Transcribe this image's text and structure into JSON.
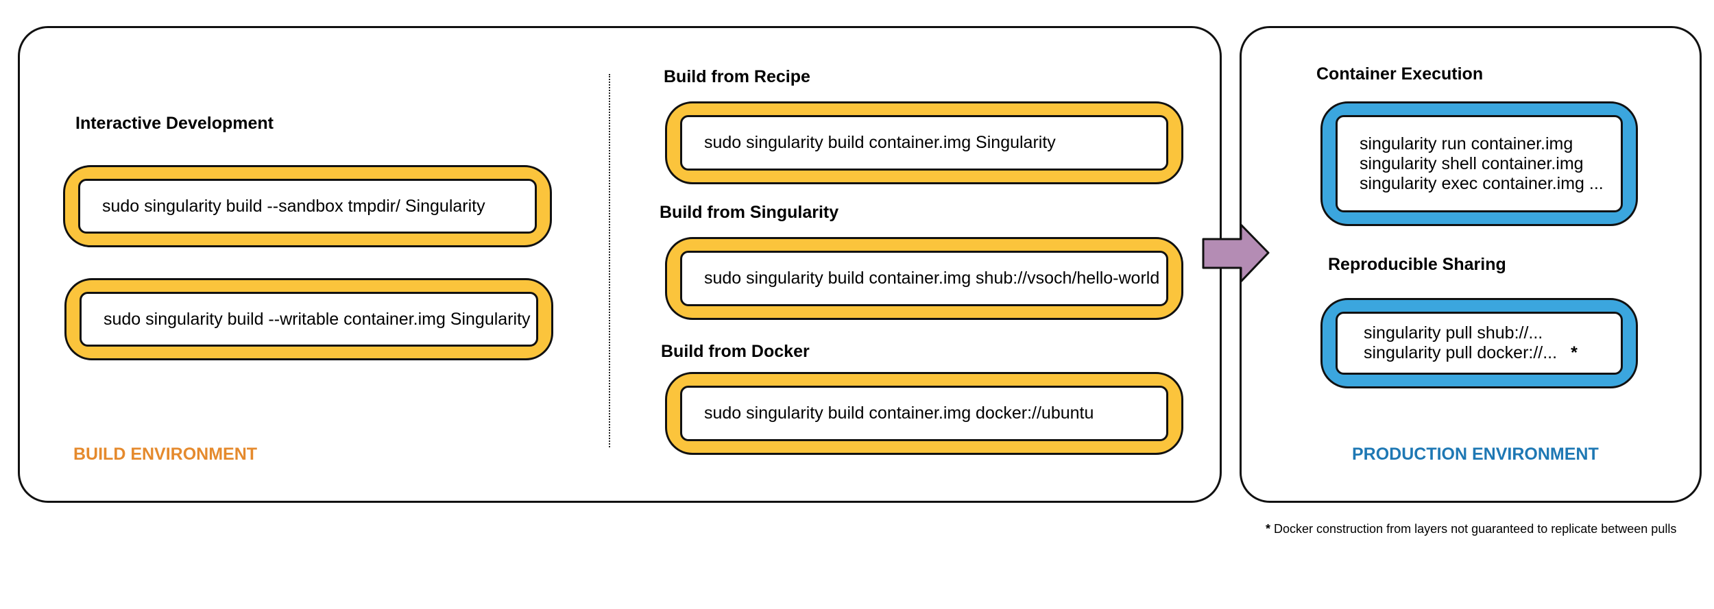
{
  "build": {
    "env_label": "BUILD ENVIRONMENT",
    "interactive": {
      "heading": "Interactive Development",
      "commands": [
        "sudo singularity build --sandbox tmpdir/ Singularity",
        "sudo singularity build --writable container.img Singularity"
      ]
    },
    "recipe": {
      "heading": "Build from Recipe",
      "command": "sudo singularity build container.img Singularity"
    },
    "singularity": {
      "heading": "Build from Singularity",
      "command": "sudo singularity build container.img shub://vsoch/hello-world"
    },
    "docker": {
      "heading": "Build from Docker",
      "command": "sudo singularity build container.img docker://ubuntu"
    }
  },
  "production": {
    "env_label": "PRODUCTION ENVIRONMENT",
    "execution": {
      "heading": "Container Execution",
      "lines": [
        "singularity run container.img",
        "singularity shell container.img",
        "singularity exec container.img ..."
      ]
    },
    "sharing": {
      "heading": "Reproducible Sharing",
      "lines": [
        "singularity pull shub://...",
        "singularity pull docker://..."
      ],
      "asterisk": "*"
    }
  },
  "footnote": {
    "star": "*",
    "text": " Docker construction from layers not guaranteed to replicate between pulls"
  },
  "colors": {
    "build_accent": "#e58a2d",
    "production_accent": "#1e78b4",
    "build_box": "#fbc43c",
    "production_box": "#3ba6de",
    "arrow": "#b48cb4"
  }
}
